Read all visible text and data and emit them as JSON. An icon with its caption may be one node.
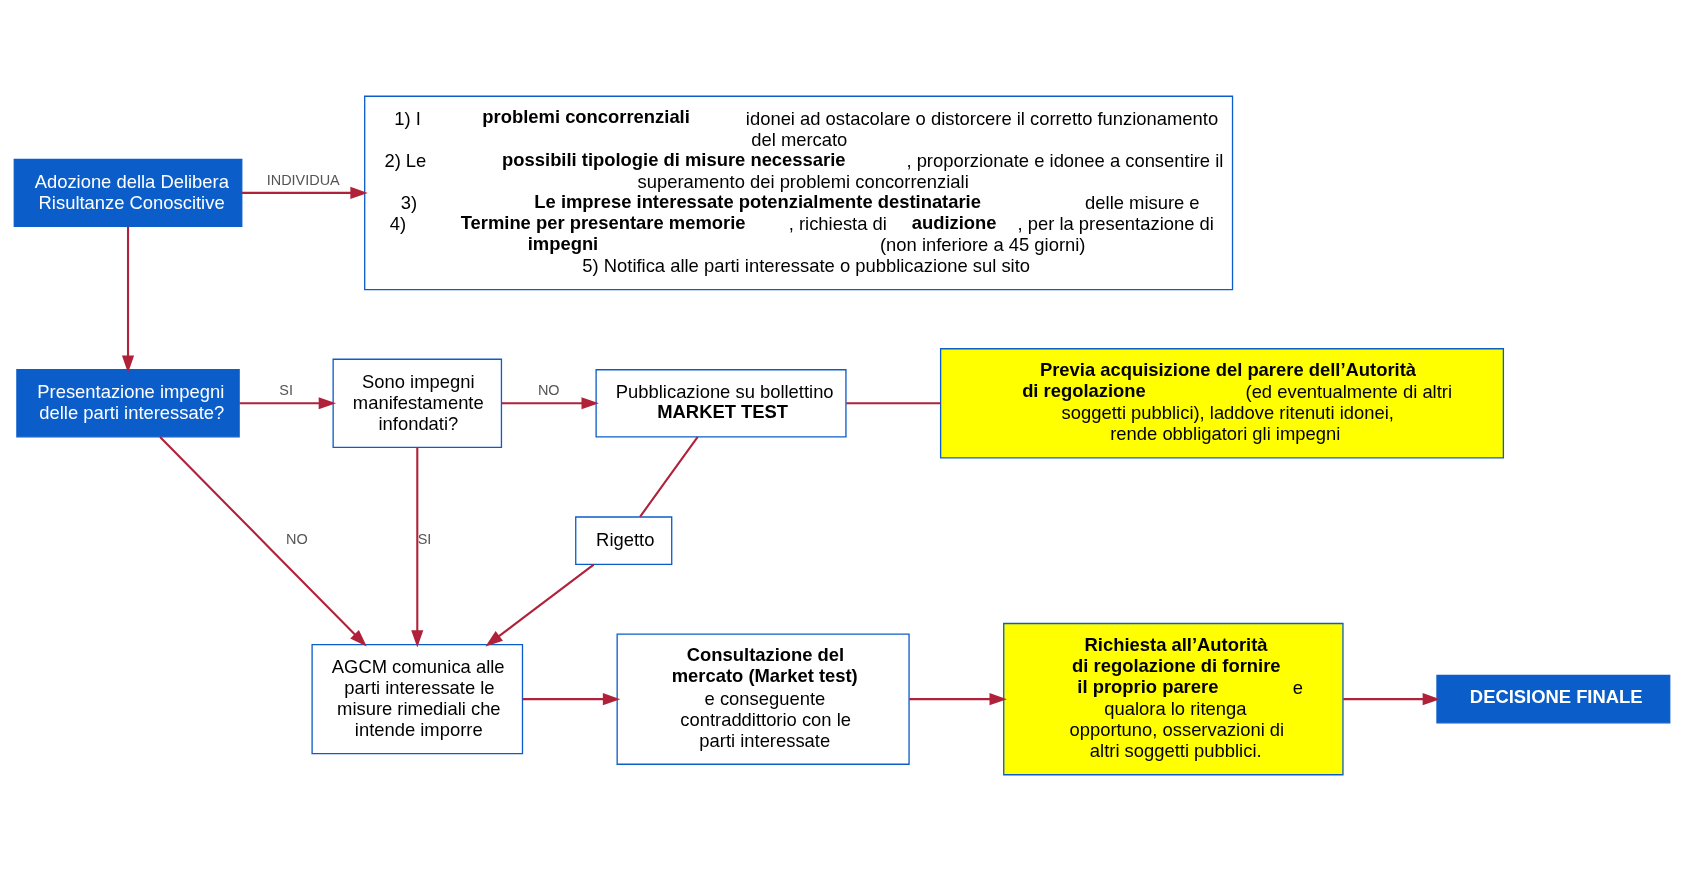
{
  "diagram": {
    "nodes": [
      {
        "text": [
          "Adozione della Delibera Risultanze Conoscitive"
        ]
      },
      {
        "text": [
          "1) I **problemi concorrenziali** idonei ad ostacolare o distorcere il corretto funzionamento del mercato",
          "2) Le **possibili tipologie di misure necessarie**, proporzionate e idonee a consentire il superamento dei problemi concorrenziali",
          "3) **Le imprese interessate potenzialmente destinatarie** delle misure e",
          "4) **Termine per presentare memorie**, richiesta di **audizione**, per la presentazione di **impegni** (non inferiore a 45 giorni)",
          "5) Notifica alle parti interessate o pubblicazione sul sito"
        ]
      },
      {
        "text": [
          "Presentazione impegni delle parti interessate?"
        ]
      },
      {
        "text": [
          "Sono impegni manifestamente infondati?"
        ]
      },
      {
        "text": [
          "Pubblicazione su bollettino",
          "MARKET TEST"
        ]
      },
      {
        "text": [
          "**Previa acquisizione del parere dell’Autorità di regolazione** (ed eventualmente di altri soggetti pubblici), laddove ritenuti idonei, rende obbligatori gli impegni"
        ]
      },
      {
        "text": [
          "Rigetto"
        ]
      },
      {
        "text": [
          "AGCM comunica alle parti interessate le misure rimediali che intende imporre"
        ]
      },
      {
        "text": [
          "**Consultazione del mercato (Market test)** e conseguente contraddittorio con le parti interessate"
        ]
      },
      {
        "text": [
          "**Richiesta all’Autorità di regolazione di fornire il proprio parere** e qualora lo ritenga opportuno, osservazioni di altri soggetti pubblici."
        ]
      },
      {
        "text": [
          "DECISIONE FINALE"
        ]
      }
    ],
    "edges": [
      {
        "from": 0,
        "to": 1,
        "arrow": "to",
        "label": "INDIVIDUA"
      },
      {
        "from": 0,
        "to": 2,
        "arrow": "to"
      },
      {
        "from": 2,
        "to": 3,
        "arrow": "to",
        "label": "SI"
      },
      {
        "from": 3,
        "to": 4,
        "arrow": "to",
        "label": "NO"
      },
      {
        "from": 4,
        "to": 5,
        "arrow": "none"
      },
      {
        "from": 4,
        "to": 6,
        "arrow": "none"
      },
      {
        "from": 2,
        "to": 7,
        "arrow": "to",
        "label": "NO"
      },
      {
        "from": 3,
        "to": 7,
        "arrow": "to",
        "label": "SI"
      },
      {
        "from": 6,
        "to": 7,
        "arrow": "to"
      },
      {
        "from": 7,
        "to": 8,
        "arrow": "to"
      },
      {
        "from": 8,
        "to": 9,
        "arrow": "to"
      },
      {
        "from": 9,
        "to": 10,
        "arrow": "to"
      }
    ]
  }
}
